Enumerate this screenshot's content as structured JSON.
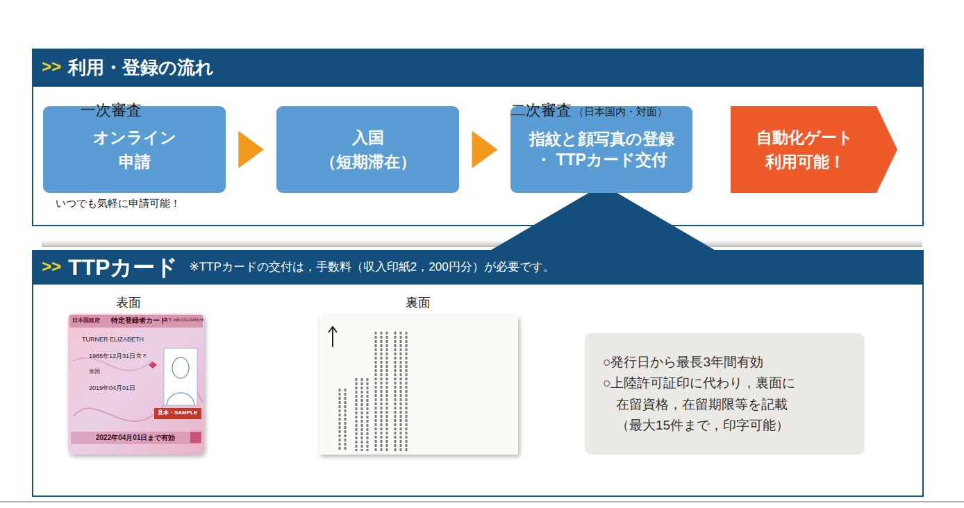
{
  "diagram": {
    "nodes": [
      {
        "text": [
          "利用・登録の流れ"
        ]
      },
      {
        "text": [
          "オンライン 申請"
        ],
        "in": 0
      },
      {
        "text": [
          "入国 （短期滞在）"
        ],
        "in": 0
      },
      {
        "text": [
          "指紋と顔写真の登録 ・ TTPカード交付"
        ],
        "in": 0
      },
      {
        "text": [
          "自動化ゲート 利用可能！"
        ],
        "in": 0
      },
      {
        "text": [
          "TTPカード",
          "※TTPカードの交付は，手数料（収入印紙2，200円分）が必要です。"
        ]
      },
      {
        "text": [
          "○発行日から最長3年間有効",
          "○上陸許可証印に代わり，裏面に 在留資格，在留期限等を記載 （最大15件まで，印字可能）"
        ],
        "in": 5
      }
    ],
    "edges": [
      {
        "from": 1,
        "to": 2,
        "arrow": "to"
      },
      {
        "from": 2,
        "to": 3,
        "arrow": "to"
      }
    ],
    "labels": [
      ">>",
      "一次審査",
      "二次審査",
      "（日本国内・対面）",
      "いつでも気軽に申請可能！",
      ">>",
      "表面",
      "裏面",
      "日本国政府",
      "特定登録者カード",
      "番号 ABCD12345678",
      "TURNER ELIZABETH",
      "1985年12月31日",
      "女 F.",
      "米国",
      "2019年04月01日",
      "見本・SAMPLE",
      "2022年04月01日まで有効"
    ]
  }
}
